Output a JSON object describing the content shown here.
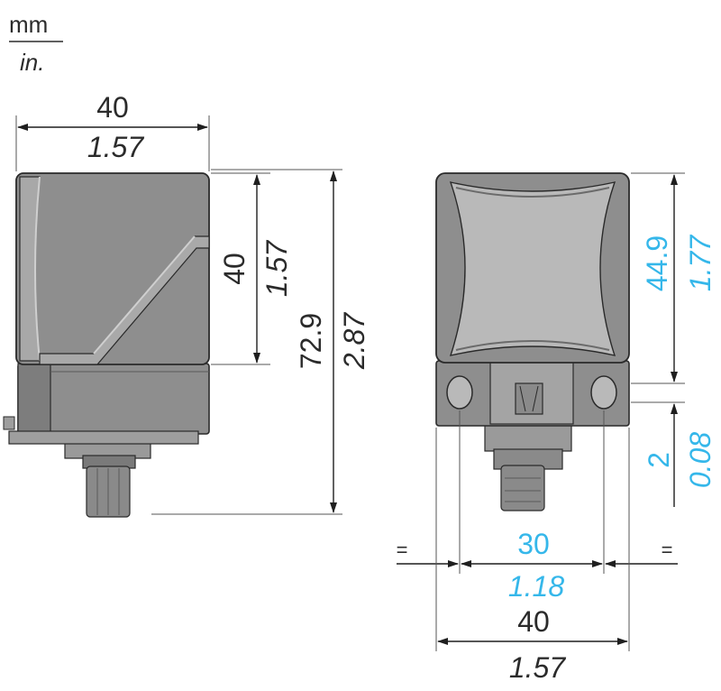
{
  "units": {
    "primary": "mm",
    "secondary": "in."
  },
  "side_view": {
    "width": {
      "mm": "40",
      "in": "1.57"
    },
    "head_height": {
      "mm": "40",
      "in": "1.57"
    },
    "total_height": {
      "mm": "72.9",
      "in": "2.87"
    }
  },
  "front_view": {
    "sensing_height": {
      "mm": "44.9",
      "in": "1.77"
    },
    "gap": {
      "mm": "2",
      "in": "0.08"
    },
    "hole_spacing": {
      "mm": "30",
      "in": "1.18"
    },
    "width": {
      "mm": "40",
      "in": "1.57"
    },
    "symmetry_mark_left": "=",
    "symmetry_mark_right": "="
  },
  "colors": {
    "housing": "#8e8e8e",
    "housing_dark": "#6b6b6b",
    "face": "#b9b9b9",
    "outline": "#2a2a2a",
    "accent_blue": "#35b7ea"
  }
}
